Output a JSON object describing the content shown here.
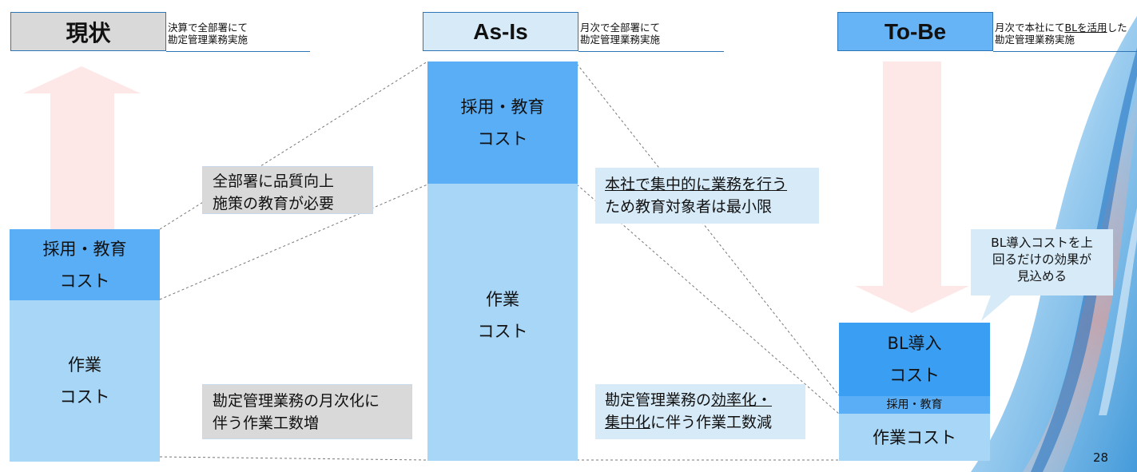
{
  "colors": {
    "header_gray": "#d9d9d9",
    "header_asis": "#d6eaf8",
    "header_tobe": "#66b3f5",
    "cost_dark": "#5aaef5",
    "cost_light": "#a8d6f7",
    "bl_cost": "#3a9ef2",
    "arrow": "#fde7e7"
  },
  "columns": {
    "current": {
      "title": "現状",
      "note_line1": "決算で全部署にて",
      "note_line2": "勘定管理業務実施",
      "recruit_line1": "採用・教育",
      "recruit_line2": "コスト",
      "work_line1": "作業",
      "work_line2": "コスト"
    },
    "asis": {
      "title": "As-Is",
      "note_line1": "月次で全部署にて",
      "note_line2": "勘定管理業務実施",
      "recruit_line1": "採用・教育",
      "recruit_line2": "コスト",
      "work_line1": "作業",
      "work_line2": "コスト"
    },
    "tobe": {
      "title": "To-Be",
      "note_line1_a": "月次で本社にて",
      "note_line1_b": "BLを活用",
      "note_line1_c": "した",
      "note_line2": "勘定管理業務実施",
      "bl_line1": "BL導入",
      "bl_line2": "コスト",
      "recruit_small": "採用・教育",
      "work": "作業コスト"
    }
  },
  "callouts": {
    "quality_line1": "全部署に品質向上",
    "quality_line2": "施策の教育が必要",
    "monthly_line1": "勘定管理業務の月次化に",
    "monthly_line2": "伴う作業工数増",
    "hq_line1": "本社で集中的に業務を行う",
    "hq_line2": "ため教育対象者は最小限",
    "eff_line1_a": "勘定管理業務の",
    "eff_line1_b": "効率化・",
    "eff_line2_a": "集中化",
    "eff_line2_b": "に伴う作業工数減",
    "bl_line1": "BL導入コストを上",
    "bl_line2": "回るだけの効果が",
    "bl_line3": "見込める"
  },
  "page_number": "28"
}
